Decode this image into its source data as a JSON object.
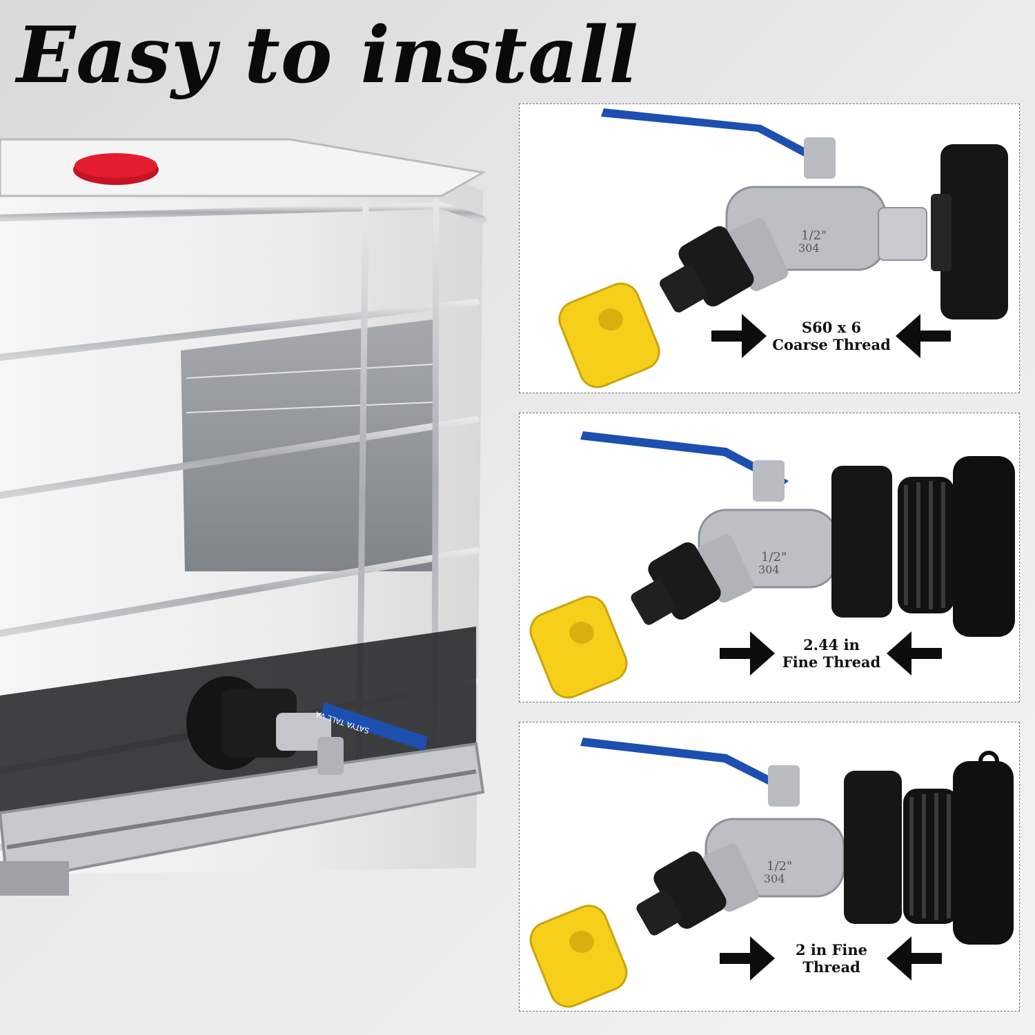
{
  "headline": "Easy to install",
  "valve_marking": {
    "size": "1/2\"",
    "grade": "304"
  },
  "handle_marking": "SATYA TALL VA",
  "panels": [
    {
      "caption": "S60 x 6\nCoarse Thread"
    },
    {
      "caption": "2.44 in\nFine Thread"
    },
    {
      "caption": "2 in Fine\nThread"
    }
  ],
  "colors": {
    "handle_blue": "#1d4fb0",
    "adapter_yellow": "#f5cf1a",
    "fitting_black": "#1a1a1a",
    "cap_red": "#d9182a",
    "steel": "#b9bcc0"
  }
}
